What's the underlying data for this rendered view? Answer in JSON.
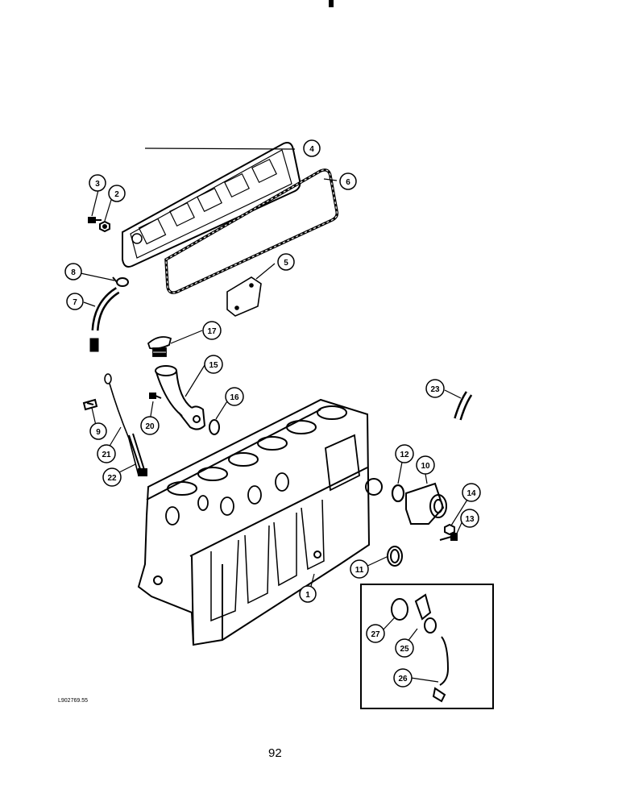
{
  "figure_code": "L902769.55",
  "page_number": "92",
  "callouts": [
    {
      "id": "1",
      "label": "1"
    },
    {
      "id": "2",
      "label": "2"
    },
    {
      "id": "3",
      "label": "3"
    },
    {
      "id": "4",
      "label": "4"
    },
    {
      "id": "5",
      "label": "5"
    },
    {
      "id": "6",
      "label": "6"
    },
    {
      "id": "7",
      "label": "7"
    },
    {
      "id": "8",
      "label": "8"
    },
    {
      "id": "9",
      "label": "9"
    },
    {
      "id": "10",
      "label": "10"
    },
    {
      "id": "11",
      "label": "11"
    },
    {
      "id": "12",
      "label": "12"
    },
    {
      "id": "13",
      "label": "13"
    },
    {
      "id": "14",
      "label": "14"
    },
    {
      "id": "15",
      "label": "15"
    },
    {
      "id": "16",
      "label": "16"
    },
    {
      "id": "17",
      "label": "17"
    },
    {
      "id": "20",
      "label": "20"
    },
    {
      "id": "21",
      "label": "21"
    },
    {
      "id": "22",
      "label": "22"
    },
    {
      "id": "23",
      "label": "23"
    },
    {
      "id": "25",
      "label": "25"
    },
    {
      "id": "26",
      "label": "26"
    },
    {
      "id": "27",
      "label": "27"
    }
  ]
}
